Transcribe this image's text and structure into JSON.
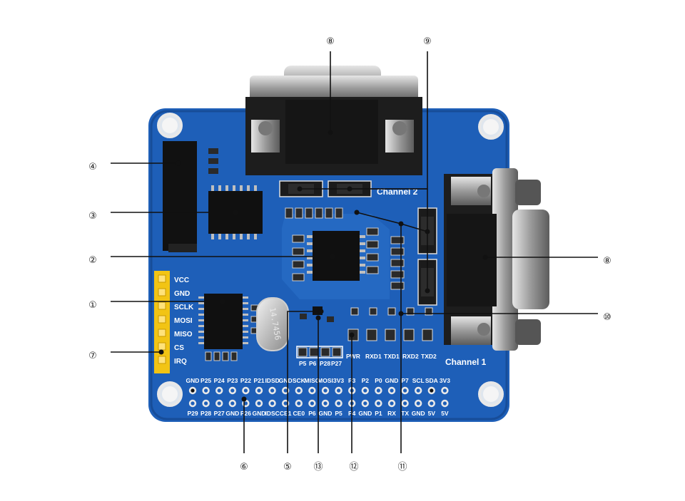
{
  "board": {
    "silkscreen": {
      "channel1": "Channel  1",
      "channel2": "Channel  2",
      "crystal": "14.7456",
      "header_labels": [
        "VCC",
        "GND",
        "SCLK",
        "MOSI",
        "MISO",
        "CS",
        "IRQ"
      ],
      "jumper_labels": [
        "P5",
        "P6",
        "P28",
        "P27"
      ],
      "led_labels": [
        "PWR",
        "RXD1",
        "TXD1",
        "RXD2",
        "TXD2"
      ],
      "gpio_top_row": [
        "GND",
        "P25",
        "P24",
        "P23",
        "P22",
        "P21",
        "IDSD",
        "GND",
        "SCK",
        "MISO",
        "MOSI",
        "3V3",
        "P3",
        "P2",
        "P0",
        "GND",
        "P7",
        "SCL",
        "SDA",
        "3V3"
      ],
      "gpio_bottom_row": [
        "P29",
        "P28",
        "P27",
        "GND",
        "P26",
        "GND",
        "IDSC",
        "CE1",
        "CE0",
        "P6",
        "GND",
        "P5",
        "P4",
        "GND",
        "P1",
        "RX",
        "TX",
        "GND",
        "5V",
        "5V"
      ]
    },
    "colors": {
      "pcb": "#1e5fb8",
      "header": "#f2c414",
      "connector": "#1a1a1a"
    }
  },
  "callouts": [
    {
      "id": "c1",
      "label": "①"
    },
    {
      "id": "c2",
      "label": "②"
    },
    {
      "id": "c3",
      "label": "③"
    },
    {
      "id": "c4",
      "label": "④"
    },
    {
      "id": "c5",
      "label": "⑤"
    },
    {
      "id": "c6",
      "label": "⑥"
    },
    {
      "id": "c7",
      "label": "⑦"
    },
    {
      "id": "c8a",
      "label": "⑧"
    },
    {
      "id": "c8b",
      "label": "⑧"
    },
    {
      "id": "c9",
      "label": "⑨"
    },
    {
      "id": "c10",
      "label": "⑩"
    },
    {
      "id": "c11",
      "label": "⑪"
    },
    {
      "id": "c12",
      "label": "⑫"
    },
    {
      "id": "c13",
      "label": "⑬"
    }
  ]
}
